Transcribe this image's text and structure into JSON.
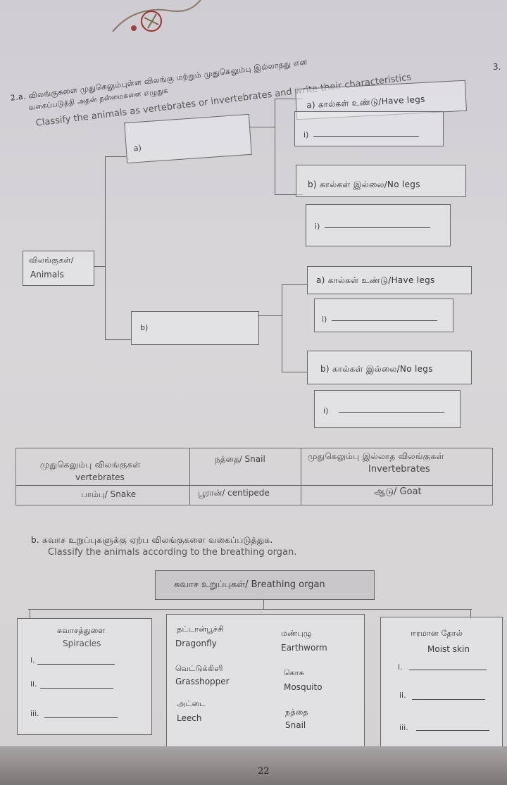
{
  "top_number": "3.",
  "q2a": {
    "tamil": "2.a. விலங்குகளை முதுகெலும்புள்ள விலங்கு மற்றும் முதுகெலும்பு இல்லாதது என",
    "tamil2": "வகைப்படுத்தி அதன் தன்மைகளை எழுதுக",
    "english": "Classify the animals as vertebrates or invertebrates and write their characteristics"
  },
  "tree": {
    "root": {
      "tamil": "விலங்குகள்/",
      "english": "Animals"
    },
    "a_label": "a)",
    "b_label": "b)",
    "have_legs": "a) கால்கள் உண்டு/Have legs",
    "no_legs": "b) கால்கள் இல்லை/No legs",
    "have_legs2": "a) கால்கள் உண்டு/Have legs",
    "no_legs2": "b) கால்கள் இல்லை/No legs",
    "blank_label": "i)"
  },
  "table": {
    "col1_head_tamil": "முதுகெலும்பு விலங்குகள்",
    "col1_head_en": "vertebrates",
    "col2_head": "நத்தை/ Snail",
    "col3_head_tamil": "முதுகெலும்பு இல்லாத விலங்குகள்",
    "col3_head_en": "Invertebrates",
    "r1c1": "பாம்பு/ Snake",
    "r1c2": "பூரான்/ centipede",
    "r1c3": "ஆடு/ Goat"
  },
  "q2b": {
    "tamil": "b. சுவாச உறுப்புகளுக்கு ஏற்ப விலங்குகளை வகைப்படுத்துக.",
    "english": "Classify the animals according to the breathing organ."
  },
  "breathing": {
    "header": "சுவாச உறுப்புகள்/ Breathing organ",
    "spiracles_tamil": "சுவாசத்துளை",
    "spiracles_en": "Spiracles",
    "moist_tamil": "ஈரமான தோல்",
    "moist_en": "Moist skin",
    "animals": [
      {
        "tamil": "தட்டான்பூச்சி",
        "en": "Dragonfly"
      },
      {
        "tamil": "மண்புழு",
        "en": "Earthworm"
      },
      {
        "tamil": "வெட்டுக்கிளி",
        "en": "Grasshopper"
      },
      {
        "tamil": "கொசு",
        "en": "Mosquito"
      },
      {
        "tamil": "அட்டை",
        "en": "Leech"
      },
      {
        "tamil": "நத்தை",
        "en": "Snail"
      }
    ],
    "blanks": [
      "i.",
      "ii.",
      "iii."
    ]
  },
  "page_number": "22"
}
